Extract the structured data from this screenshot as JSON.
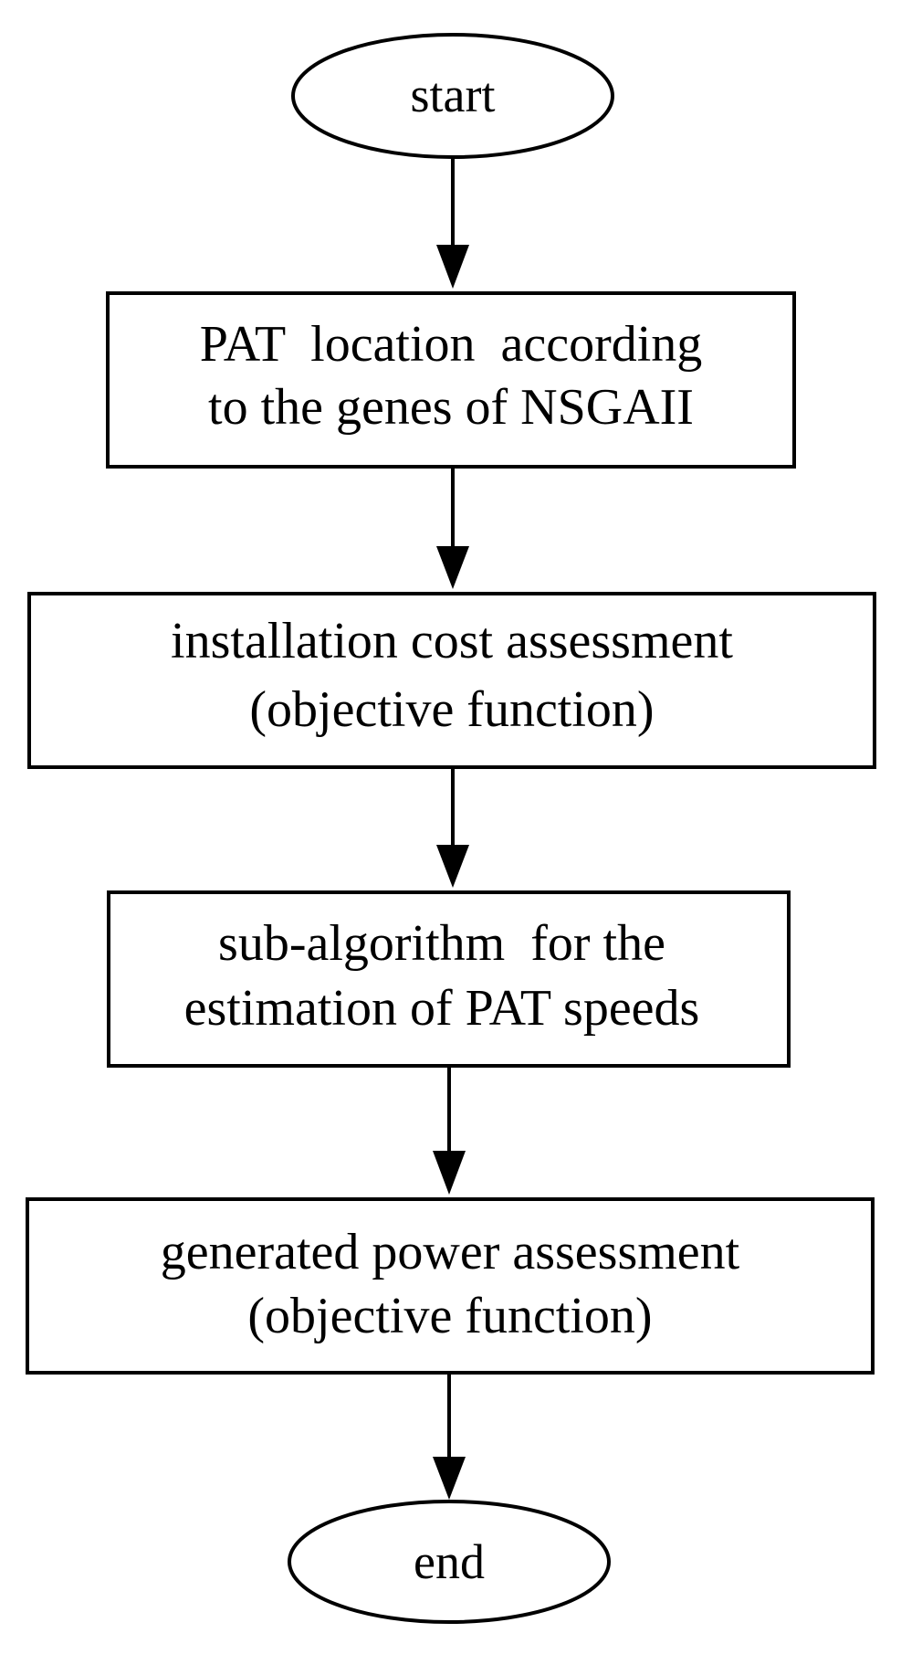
{
  "diagram": {
    "start": {
      "label": "start"
    },
    "steps": [
      {
        "lines": [
          "PAT  location  according",
          "to the genes of NSGAII"
        ]
      },
      {
        "lines": [
          "installation cost assessment",
          "(objective function)"
        ]
      },
      {
        "lines": [
          "sub-algorithm  for the",
          "estimation of PAT speeds"
        ]
      },
      {
        "lines": [
          "generated power assessment",
          "(objective function)"
        ]
      }
    ],
    "end": {
      "label": "end"
    }
  },
  "colors": {
    "stroke": "#000000",
    "fill": "#ffffff",
    "text": "#000000"
  }
}
